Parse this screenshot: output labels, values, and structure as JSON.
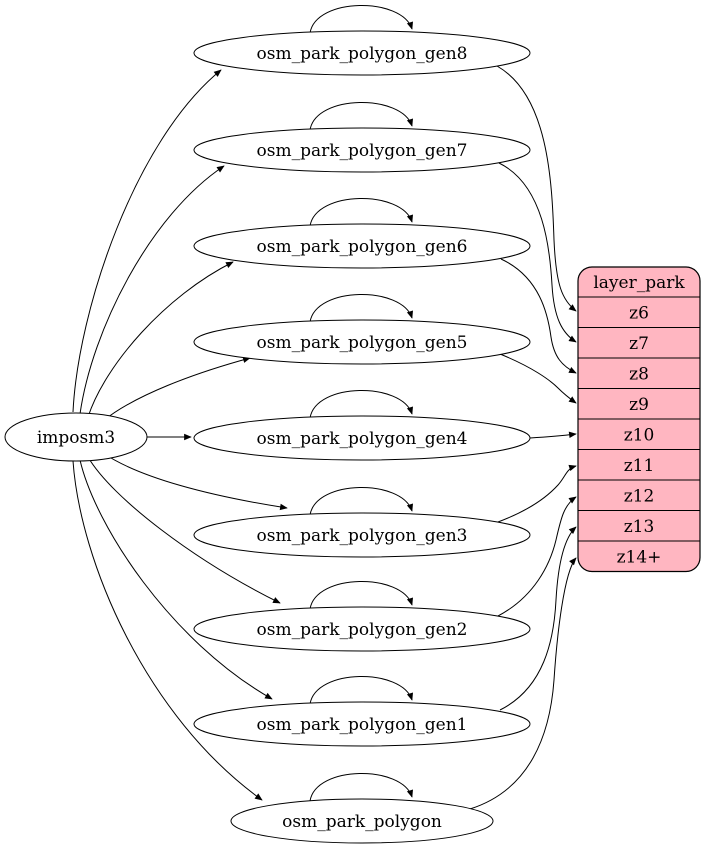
{
  "diagram": {
    "kind": "graphviz-etl-diagram",
    "source_node": {
      "id": "imposm3",
      "label": "imposm3"
    },
    "table_nodes": [
      {
        "id": "osm_park_polygon_gen8",
        "label": "osm_park_polygon_gen8"
      },
      {
        "id": "osm_park_polygon_gen7",
        "label": "osm_park_polygon_gen7"
      },
      {
        "id": "osm_park_polygon_gen6",
        "label": "osm_park_polygon_gen6"
      },
      {
        "id": "osm_park_polygon_gen5",
        "label": "osm_park_polygon_gen5"
      },
      {
        "id": "osm_park_polygon_gen4",
        "label": "osm_park_polygon_gen4"
      },
      {
        "id": "osm_park_polygon_gen3",
        "label": "osm_park_polygon_gen3"
      },
      {
        "id": "osm_park_polygon_gen2",
        "label": "osm_park_polygon_gen2"
      },
      {
        "id": "osm_park_polygon_gen1",
        "label": "osm_park_polygon_gen1"
      },
      {
        "id": "osm_park_polygon",
        "label": "osm_park_polygon"
      }
    ],
    "layer_node": {
      "id": "layer_park",
      "header": "layer_park",
      "rows": [
        {
          "id": "z6",
          "label": "z6"
        },
        {
          "id": "z7",
          "label": "z7"
        },
        {
          "id": "z8",
          "label": "z8"
        },
        {
          "id": "z9",
          "label": "z9"
        },
        {
          "id": "z10",
          "label": "z10"
        },
        {
          "id": "z11",
          "label": "z11"
        },
        {
          "id": "z12",
          "label": "z12"
        },
        {
          "id": "z13",
          "label": "z13"
        },
        {
          "id": "z14+",
          "label": "z14+"
        }
      ]
    },
    "edges": {
      "from_source": [
        {
          "from": "imposm3",
          "to": "osm_park_polygon_gen8"
        },
        {
          "from": "imposm3",
          "to": "osm_park_polygon_gen7"
        },
        {
          "from": "imposm3",
          "to": "osm_park_polygon_gen6"
        },
        {
          "from": "imposm3",
          "to": "osm_park_polygon_gen5"
        },
        {
          "from": "imposm3",
          "to": "osm_park_polygon_gen4"
        },
        {
          "from": "imposm3",
          "to": "osm_park_polygon_gen3"
        },
        {
          "from": "imposm3",
          "to": "osm_park_polygon_gen2"
        },
        {
          "from": "imposm3",
          "to": "osm_park_polygon_gen1"
        },
        {
          "from": "imposm3",
          "to": "osm_park_polygon"
        }
      ],
      "self_loops": [
        "osm_park_polygon_gen8",
        "osm_park_polygon_gen7",
        "osm_park_polygon_gen6",
        "osm_park_polygon_gen5",
        "osm_park_polygon_gen4",
        "osm_park_polygon_gen3",
        "osm_park_polygon_gen2",
        "osm_park_polygon_gen1",
        "osm_park_polygon"
      ],
      "to_layer": [
        {
          "from": "osm_park_polygon_gen8",
          "to": "z6"
        },
        {
          "from": "osm_park_polygon_gen7",
          "to": "z7"
        },
        {
          "from": "osm_park_polygon_gen6",
          "to": "z8"
        },
        {
          "from": "osm_park_polygon_gen5",
          "to": "z9"
        },
        {
          "from": "osm_park_polygon_gen4",
          "to": "z10"
        },
        {
          "from": "osm_park_polygon_gen3",
          "to": "z11"
        },
        {
          "from": "osm_park_polygon_gen2",
          "to": "z12"
        },
        {
          "from": "osm_park_polygon_gen1",
          "to": "z13"
        },
        {
          "from": "osm_park_polygon",
          "to": "z14+"
        }
      ]
    },
    "colors": {
      "background": "#ffffff",
      "table_fill": "#ffffff",
      "layer_fill": "#ffb6c1",
      "stroke": "#000000",
      "edge": "#000000",
      "text": "#000000"
    }
  }
}
